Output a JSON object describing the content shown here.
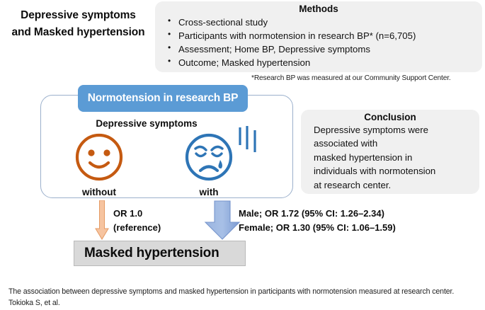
{
  "title": {
    "line1": "Depressive symptoms",
    "line2": "and Masked hypertension"
  },
  "methods": {
    "heading": "Methods",
    "items": [
      "Cross-sectional study",
      "Participants with normotension in research BP* (n=6,705)",
      "Assessment; Home BP, Depressive symptoms",
      "Outcome; Masked hypertension"
    ],
    "footnote": "*Research BP was measured at our Community Support Center."
  },
  "diagram": {
    "header_label": "Normotension in research BP",
    "group_label": "Depressive symptoms",
    "faces": [
      {
        "id": "without",
        "caption": "without",
        "expression": "smiling-face",
        "color": "#c55a11"
      },
      {
        "id": "with",
        "caption": "with",
        "expression": "sad-face-with-tear",
        "color": "#2e75b6"
      }
    ],
    "arrows": [
      {
        "id": "reference-arrow",
        "color": "#f4b183",
        "style": "thin-down-arrow"
      },
      {
        "id": "result-arrow",
        "color": "#8faadc",
        "style": "thick-down-arrow"
      }
    ],
    "or_reference": {
      "line1": "OR 1.0",
      "line2": "(reference)"
    },
    "or_results": {
      "male": "Male; OR 1.72 (95% CI: 1.26–2.34)",
      "female": "Female; OR 1.30 (95% CI: 1.06–1.59)"
    },
    "outcome_label": "Masked hypertension"
  },
  "conclusion": {
    "heading": "Conclusion",
    "lines": [
      "Depressive symptoms were",
      "associated with",
      "masked hypertension in",
      "individuals with normotension",
      "at research center."
    ]
  },
  "caption": {
    "text": "The association between depressive symptoms and masked hypertension in participants with normotension measured at research center. Tokioka S, et al."
  },
  "colors": {
    "header_blue": "#5b9bd5",
    "face_orange": "#c55a11",
    "face_blue": "#2e75b6",
    "panel_gray": "#f0f0f0",
    "outcome_gray": "#d9d9d9",
    "arrow_orange": "#f4b183",
    "arrow_blue": "#8faadc"
  }
}
